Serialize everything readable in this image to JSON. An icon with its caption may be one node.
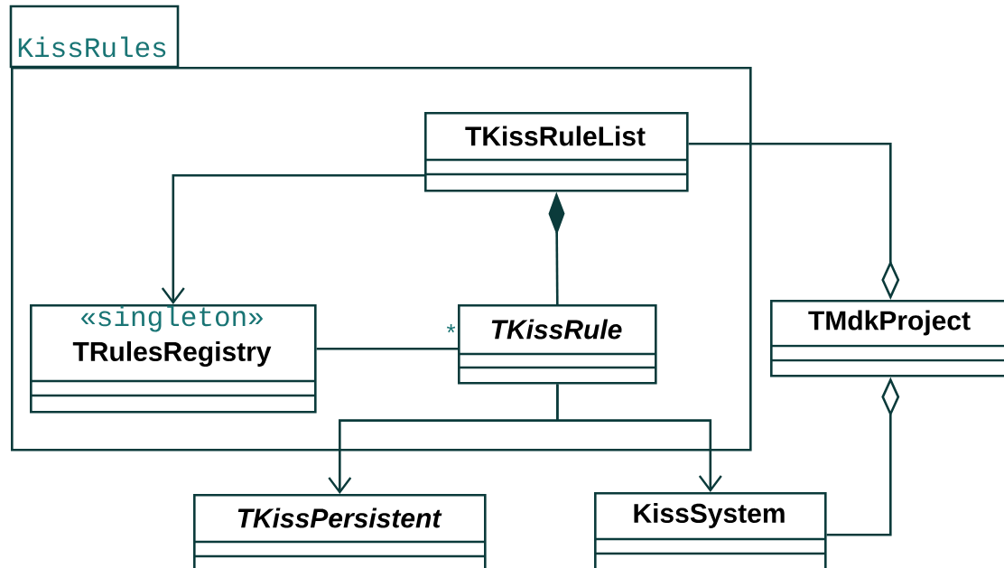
{
  "diagram": {
    "nodes": [
      {
        "text": [
          "KissRules"
        ]
      },
      {
        "text": [
          "TKissRuleList"
        ],
        "in": 0
      },
      {
        "text": [
          "«singleton»",
          "TRulesRegistry"
        ],
        "in": 0
      },
      {
        "text": [
          "TKissRule"
        ],
        "in": 0
      },
      {
        "text": [
          "TMdkProject"
        ]
      },
      {
        "text": [
          "TKissPersistent"
        ]
      },
      {
        "text": [
          "KissSystem"
        ]
      }
    ],
    "edges": [
      {
        "from": 1,
        "to": 2,
        "arrow": "to"
      },
      {
        "from": 3,
        "to": 1,
        "arrow": "other"
      },
      {
        "from": 2,
        "to": 3,
        "arrow": "none",
        "label": "*"
      },
      {
        "from": 3,
        "to": 5,
        "arrow": "to"
      },
      {
        "from": 3,
        "to": 6,
        "arrow": "to"
      },
      {
        "from": 1,
        "to": 4,
        "arrow": "other"
      },
      {
        "from": 6,
        "to": 4,
        "arrow": "other"
      }
    ]
  }
}
